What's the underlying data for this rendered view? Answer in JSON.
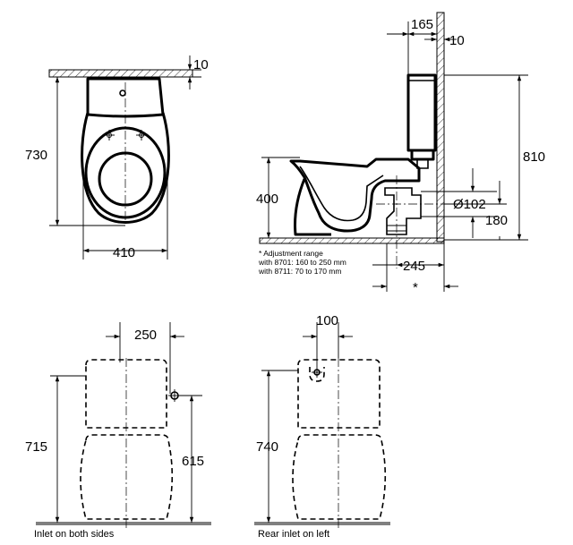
{
  "dimensions": {
    "top_view_gap": "10",
    "top_view_depth": "730",
    "top_view_width": "410",
    "side_tank_offset": "165",
    "side_wall_gap": "10",
    "side_total_height": "810",
    "side_seat_height": "400",
    "side_outlet_diameter": "Ø102",
    "side_outlet_height": "180",
    "side_outlet_distance": "245",
    "side_asterisk": "*",
    "front_inlet_width": "250",
    "front_total_height": "715",
    "front_inlet_height": "615",
    "rear_inlet_offset": "100",
    "rear_total_height": "740"
  },
  "notes": {
    "adjustment_title": "* Adjustment range",
    "adjustment_8701": "with 8701: 160 to 250 mm",
    "adjustment_8711": "with 8711: 70 to 170 mm"
  },
  "captions": {
    "front_view": "Inlet on both sides",
    "rear_view": "Rear inlet on left"
  }
}
